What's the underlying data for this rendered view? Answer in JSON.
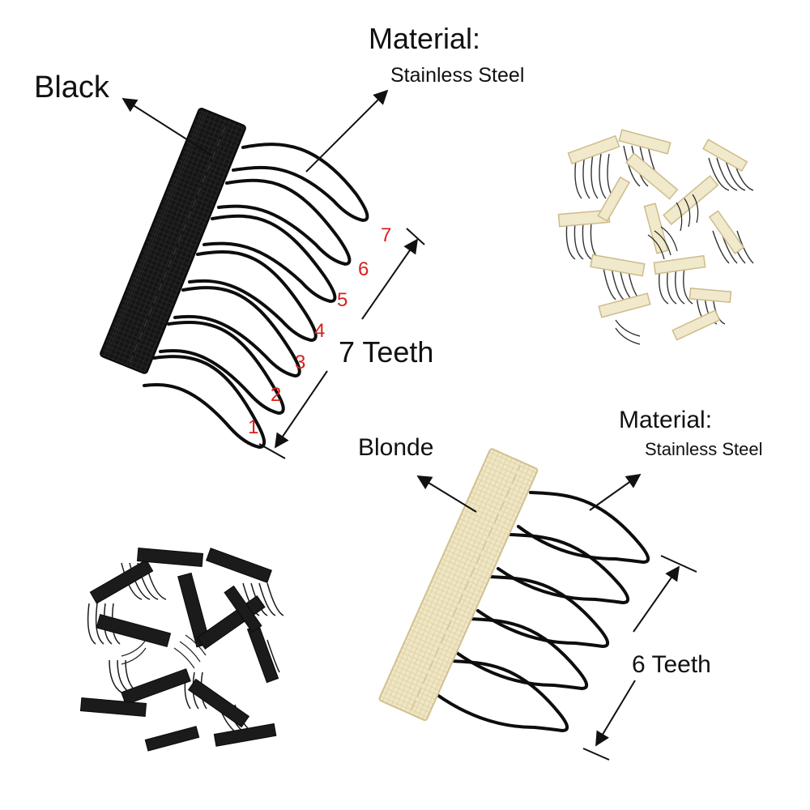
{
  "colors": {
    "background": "#ffffff",
    "black_band": "#141414",
    "black_band_highlight": "#2a2a2a",
    "blonde_band": "#eee4c0",
    "blonde_band_shadow": "#d8cb9c",
    "wire": "#0d0d0d",
    "tooth_number": "#d8201c",
    "arrow": "#111111"
  },
  "black_comb": {
    "color_label": "Black",
    "material_label": "Material:",
    "material_value": "Stainless Steel",
    "teeth_label": "7 Teeth",
    "tooth_numbers": [
      "1",
      "2",
      "3",
      "4",
      "5",
      "6",
      "7"
    ]
  },
  "blonde_comb": {
    "color_label": "Blonde",
    "material_label": "Material:",
    "material_value": "Stainless Steel",
    "teeth_label": "6 Teeth"
  },
  "photos": {
    "blonde_pile": "pile of blonde wig combs",
    "black_pile": "pile of black wig combs"
  }
}
